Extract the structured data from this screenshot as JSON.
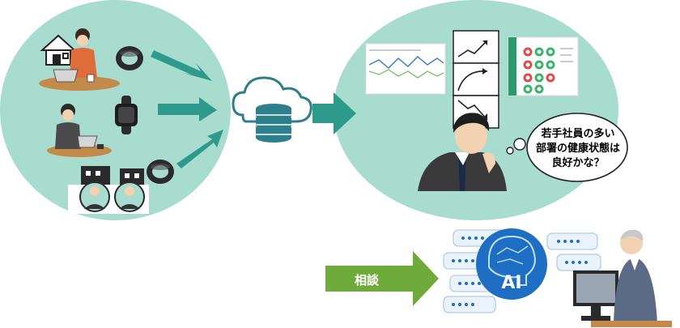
{
  "thought_bubble": {
    "lines": [
      "若手社員の多い",
      "部署の健康状態は",
      "良好かな？"
    ]
  },
  "consult_arrow": {
    "label": "相談"
  },
  "ai_badge": {
    "label": "AI"
  },
  "colors": {
    "mint_circle": "#a7dccf",
    "teal_arrow": "#2e9a8b",
    "green_arrow": "#6fab3b",
    "ai_blue": "#1e6fc4"
  }
}
